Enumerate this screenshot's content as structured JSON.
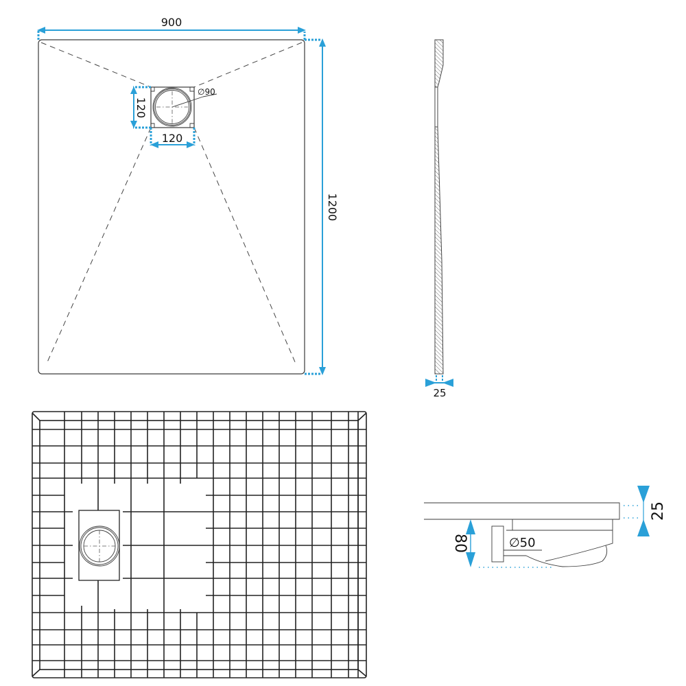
{
  "top_view": {
    "width_label": "900",
    "length_label": "1200",
    "drain_box_width_label": "120",
    "drain_box_height_label": "120",
    "drain_diameter_label": "∅90"
  },
  "side_profile": {
    "thickness_label": "25"
  },
  "bottom_view": {
    "description": "underside support grid with drain housing"
  },
  "section_view": {
    "tray_thickness_label": "25",
    "drain_height_label": "80",
    "waste_diameter_label": "∅50"
  },
  "colors": {
    "dimension": "#2aa0d8",
    "line": "#3a3a3a",
    "grid": "#222222"
  }
}
